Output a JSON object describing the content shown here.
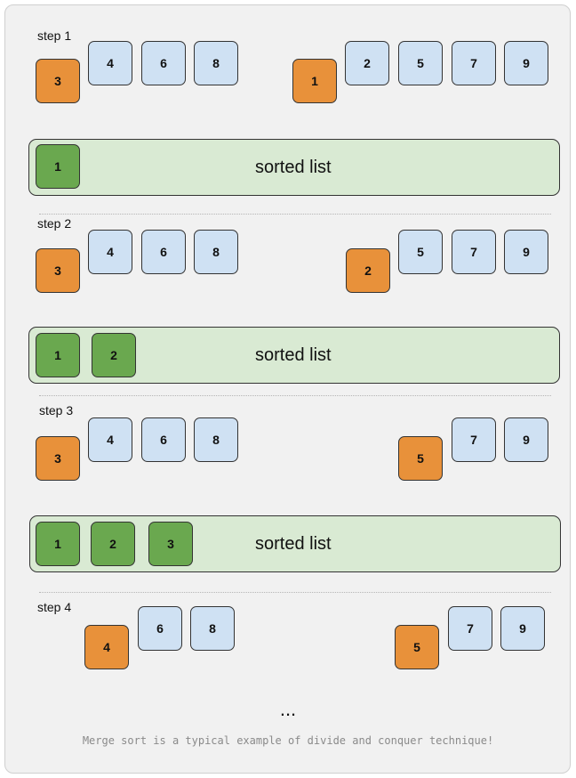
{
  "steps": [
    {
      "label": "step 1",
      "left_orange": "3",
      "left_blue": [
        "4",
        "6",
        "8"
      ],
      "right_orange": "1",
      "right_blue": [
        "2",
        "5",
        "7",
        "9"
      ],
      "sorted": [
        "1"
      ]
    },
    {
      "label": "step 2",
      "left_orange": "3",
      "left_blue": [
        "4",
        "6",
        "8"
      ],
      "right_orange": "2",
      "right_blue": [
        "5",
        "7",
        "9"
      ],
      "sorted": [
        "1",
        "2"
      ]
    },
    {
      "label": "step 3",
      "left_orange": "3",
      "left_blue": [
        "4",
        "6",
        "8"
      ],
      "right_orange": "5",
      "right_blue": [
        "7",
        "9"
      ],
      "sorted": [
        "1",
        "2",
        "3"
      ]
    },
    {
      "label": "step 4",
      "left_orange": "4",
      "left_blue": [
        "6",
        "8"
      ],
      "right_orange": "5",
      "right_blue": [
        "7",
        "9"
      ]
    }
  ],
  "sorted_list_label": "sorted list",
  "ellipsis": "...",
  "caption": "Merge sort is a typical example of divide and conquer technique!",
  "colors": {
    "unsorted": "#cfe1f3",
    "current": "#e8913a",
    "sorted": "#6aa84f",
    "sorted_list_bg": "#d9ead3"
  }
}
